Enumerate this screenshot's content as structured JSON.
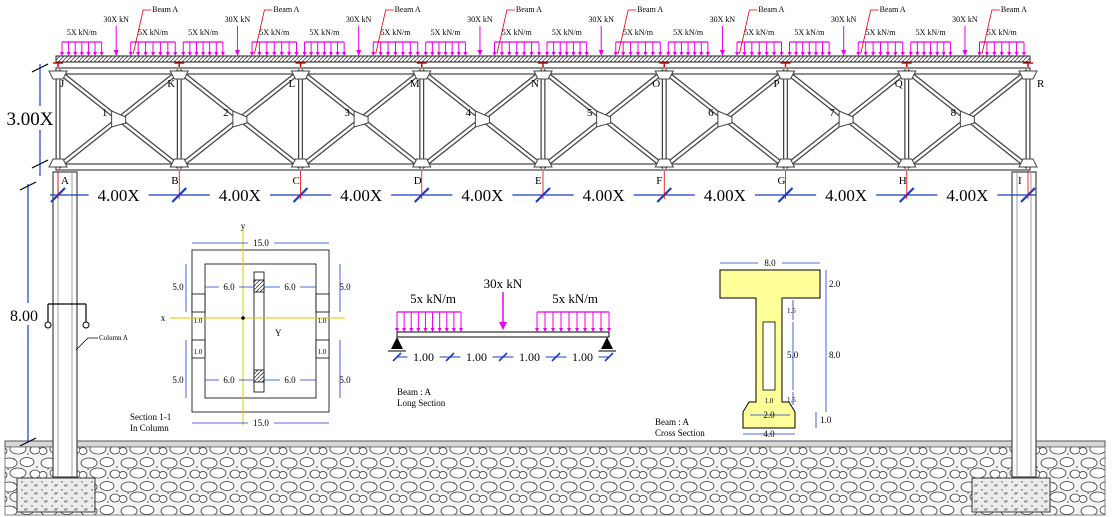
{
  "truss": {
    "top_nodes": [
      "J",
      "K",
      "L",
      "M",
      "N",
      "O",
      "P",
      "Q",
      "R"
    ],
    "bottom_nodes": [
      "A",
      "B",
      "C",
      "D",
      "E",
      "F",
      "G",
      "H",
      "I"
    ],
    "panel_numbers": [
      "1",
      "2",
      "3",
      "4",
      "5",
      "6",
      "7",
      "8"
    ],
    "height_label": "3.00X",
    "column_height_label": "8.00",
    "span_label": "4.00X",
    "panel_count": 8
  },
  "loads": {
    "left_udl": "5X kN/m",
    "point": "30X kN",
    "right_udl": "5X kN/m",
    "beam_tag": "Beam A"
  },
  "column": {
    "label": "Column A"
  },
  "section_1_1": {
    "title_line1": "Section 1-1",
    "title_line2": "In Column",
    "y_axis": "y",
    "x_axis": "x",
    "top_dim": "15.0",
    "bottom_dim": "15.0",
    "flange_left_dim": "6.0",
    "flange_right_dim": "6.0",
    "lower_left_dim": "6.0",
    "lower_right_dim": "6.0",
    "side_dims": [
      "5.0",
      "5.0",
      "5.0",
      "5.0"
    ],
    "web_dims": [
      "1.0",
      "1.0",
      "1.0",
      "1.0"
    ],
    "y_label": "Y"
  },
  "long_section": {
    "left_udl": "5x kN/m",
    "point": "30x kN",
    "right_udl": "5x kN/m",
    "spans": [
      "1.00",
      "1.00",
      "1.00",
      "1.00"
    ],
    "title_line1": "Beam : A",
    "title_line2": "Long Section"
  },
  "cross_section": {
    "top_width": "8.0",
    "flange_depth": "2.0",
    "overall_depth": "8.0",
    "upper_web": "1.5",
    "mid_web": "5.0",
    "lower_web": "1.5",
    "web_width": "1.0",
    "bulb_width": "2.0",
    "bulb_depth": "1.0",
    "bottom_width": "4.0",
    "title_line1": "Beam : A",
    "title_line2": "Cross Section"
  },
  "colors": {
    "load": "#e800e8",
    "beam_fill": "#ffff99",
    "dim": "#1a3cc8",
    "tick": "#e00000"
  }
}
